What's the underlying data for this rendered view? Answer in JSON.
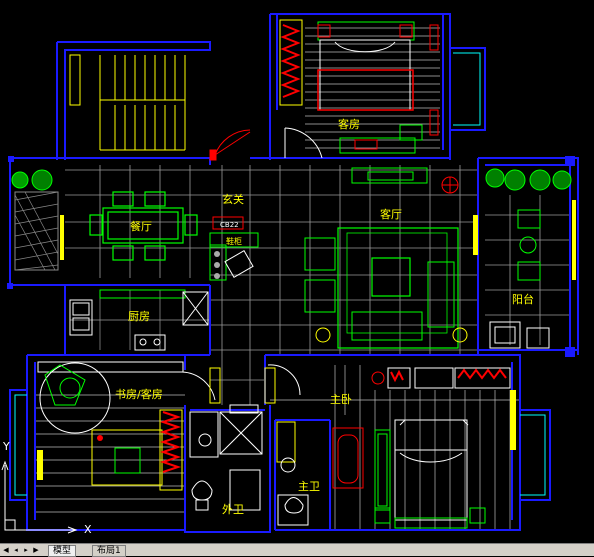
{
  "rooms": {
    "entry": "玄关",
    "guest_room": "客房",
    "dining": "餐厅",
    "living": "客厅",
    "kitchen": "厨房",
    "balcony": "阳台",
    "study": "书房/客房",
    "master": "主卧",
    "bath_main": "主卫",
    "bath_guest": "外卫"
  },
  "fixture_label": "CB22",
  "shoe_cabinet_label": "鞋柜",
  "ucs": {
    "x_label": "X",
    "y_label": "Y"
  },
  "tabs": {
    "model": "模型",
    "layout": "布局1"
  },
  "colors": {
    "wall": "#1a1aff",
    "floor": "#e8e8e8",
    "furniture": "#00ff00",
    "accent_red": "#ff0000",
    "accent_yellow": "#ffff00",
    "accent_cyan": "#00ffff",
    "plant_green": "#00c000"
  }
}
